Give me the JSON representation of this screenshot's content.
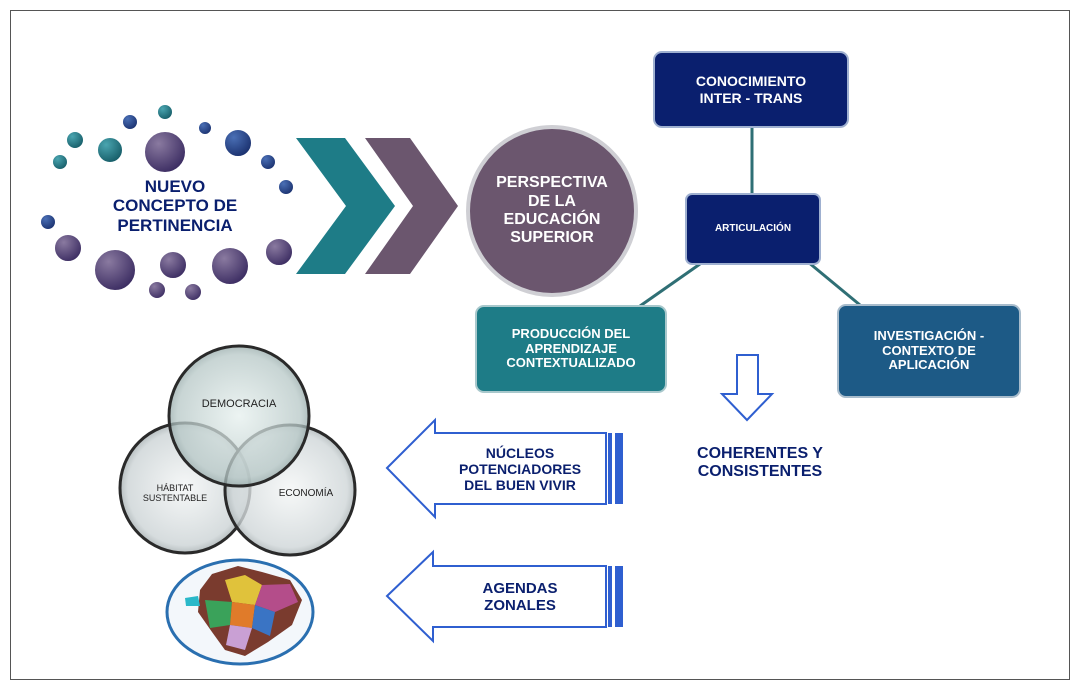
{
  "nuevo_concepto": "NUEVO\nCONCEPTO DE\nPERTINENCIA",
  "perspectiva": "PERSPECTIVA\nDE LA\nEDUCACIÓN\nSUPERIOR",
  "conocimiento": "CONOCIMIENTO\nINTER - TRANS",
  "articulacion": "ARTICULACIÓN",
  "produccion": "PRODUCCIÓN DEL\nAPRENDIZAJE\nCONTEXTUALIZADO",
  "investigacion": "INVESTIGACIÓN -\nCONTEXTO DE\nAPLICACIÓN",
  "coherentes": "COHERENTES  Y\nCONSISTENTES",
  "nucleos": "NÚCLEOS\nPOTENCIADORES\nDEL BUEN  VIVIR",
  "agendas": "AGENDAS\nZONALES",
  "venn": {
    "democracia": "DEMOCRACIA",
    "habitat": "HÁBITAT\nSUSTENTABLE",
    "economia": "ECONOMÍA"
  },
  "colors": {
    "navy": "#0a1f6e",
    "teal": "#1e7c87",
    "purple": "#6b566e",
    "steel": "#1d5a86",
    "arrow_blue": "#2f5fd0"
  }
}
